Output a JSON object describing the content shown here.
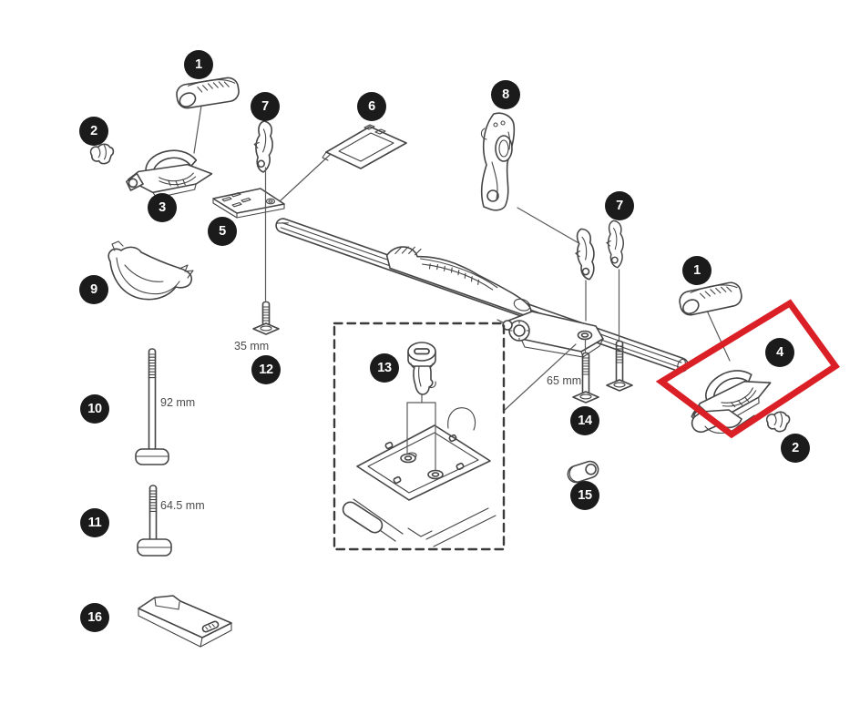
{
  "meta": {
    "title": "Bike roof-rack carrier exploded parts diagram",
    "background": "#ffffff"
  },
  "colors": {
    "highlight_red": "#da1f26",
    "badge_black": "#1b1b1b",
    "line_gray": "#454545",
    "label_gray": "#4a4a4a"
  },
  "callouts": [
    {
      "id": "part1-top",
      "label": "1"
    },
    {
      "id": "part2-left",
      "label": "2"
    },
    {
      "id": "part7-left",
      "label": "7"
    },
    {
      "id": "part3",
      "label": "3"
    },
    {
      "id": "part5",
      "label": "5"
    },
    {
      "id": "part6",
      "label": "6"
    },
    {
      "id": "part8",
      "label": "8"
    },
    {
      "id": "part7-right",
      "label": "7"
    },
    {
      "id": "part1-right",
      "label": "1"
    },
    {
      "id": "part4",
      "label": "4"
    },
    {
      "id": "part2-right",
      "label": "2"
    },
    {
      "id": "part9",
      "label": "9"
    },
    {
      "id": "part12",
      "label": "12"
    },
    {
      "id": "part10",
      "label": "10"
    },
    {
      "id": "part13",
      "label": "13"
    },
    {
      "id": "part14",
      "label": "14"
    },
    {
      "id": "part15",
      "label": "15"
    },
    {
      "id": "part11",
      "label": "11"
    },
    {
      "id": "part16",
      "label": "16"
    }
  ],
  "measurements": {
    "part12_length": "35 mm",
    "part10_length": "92 mm",
    "part11_length": "64.5 mm",
    "part14_length": "65 mm"
  },
  "highlighted_part_label": "4"
}
